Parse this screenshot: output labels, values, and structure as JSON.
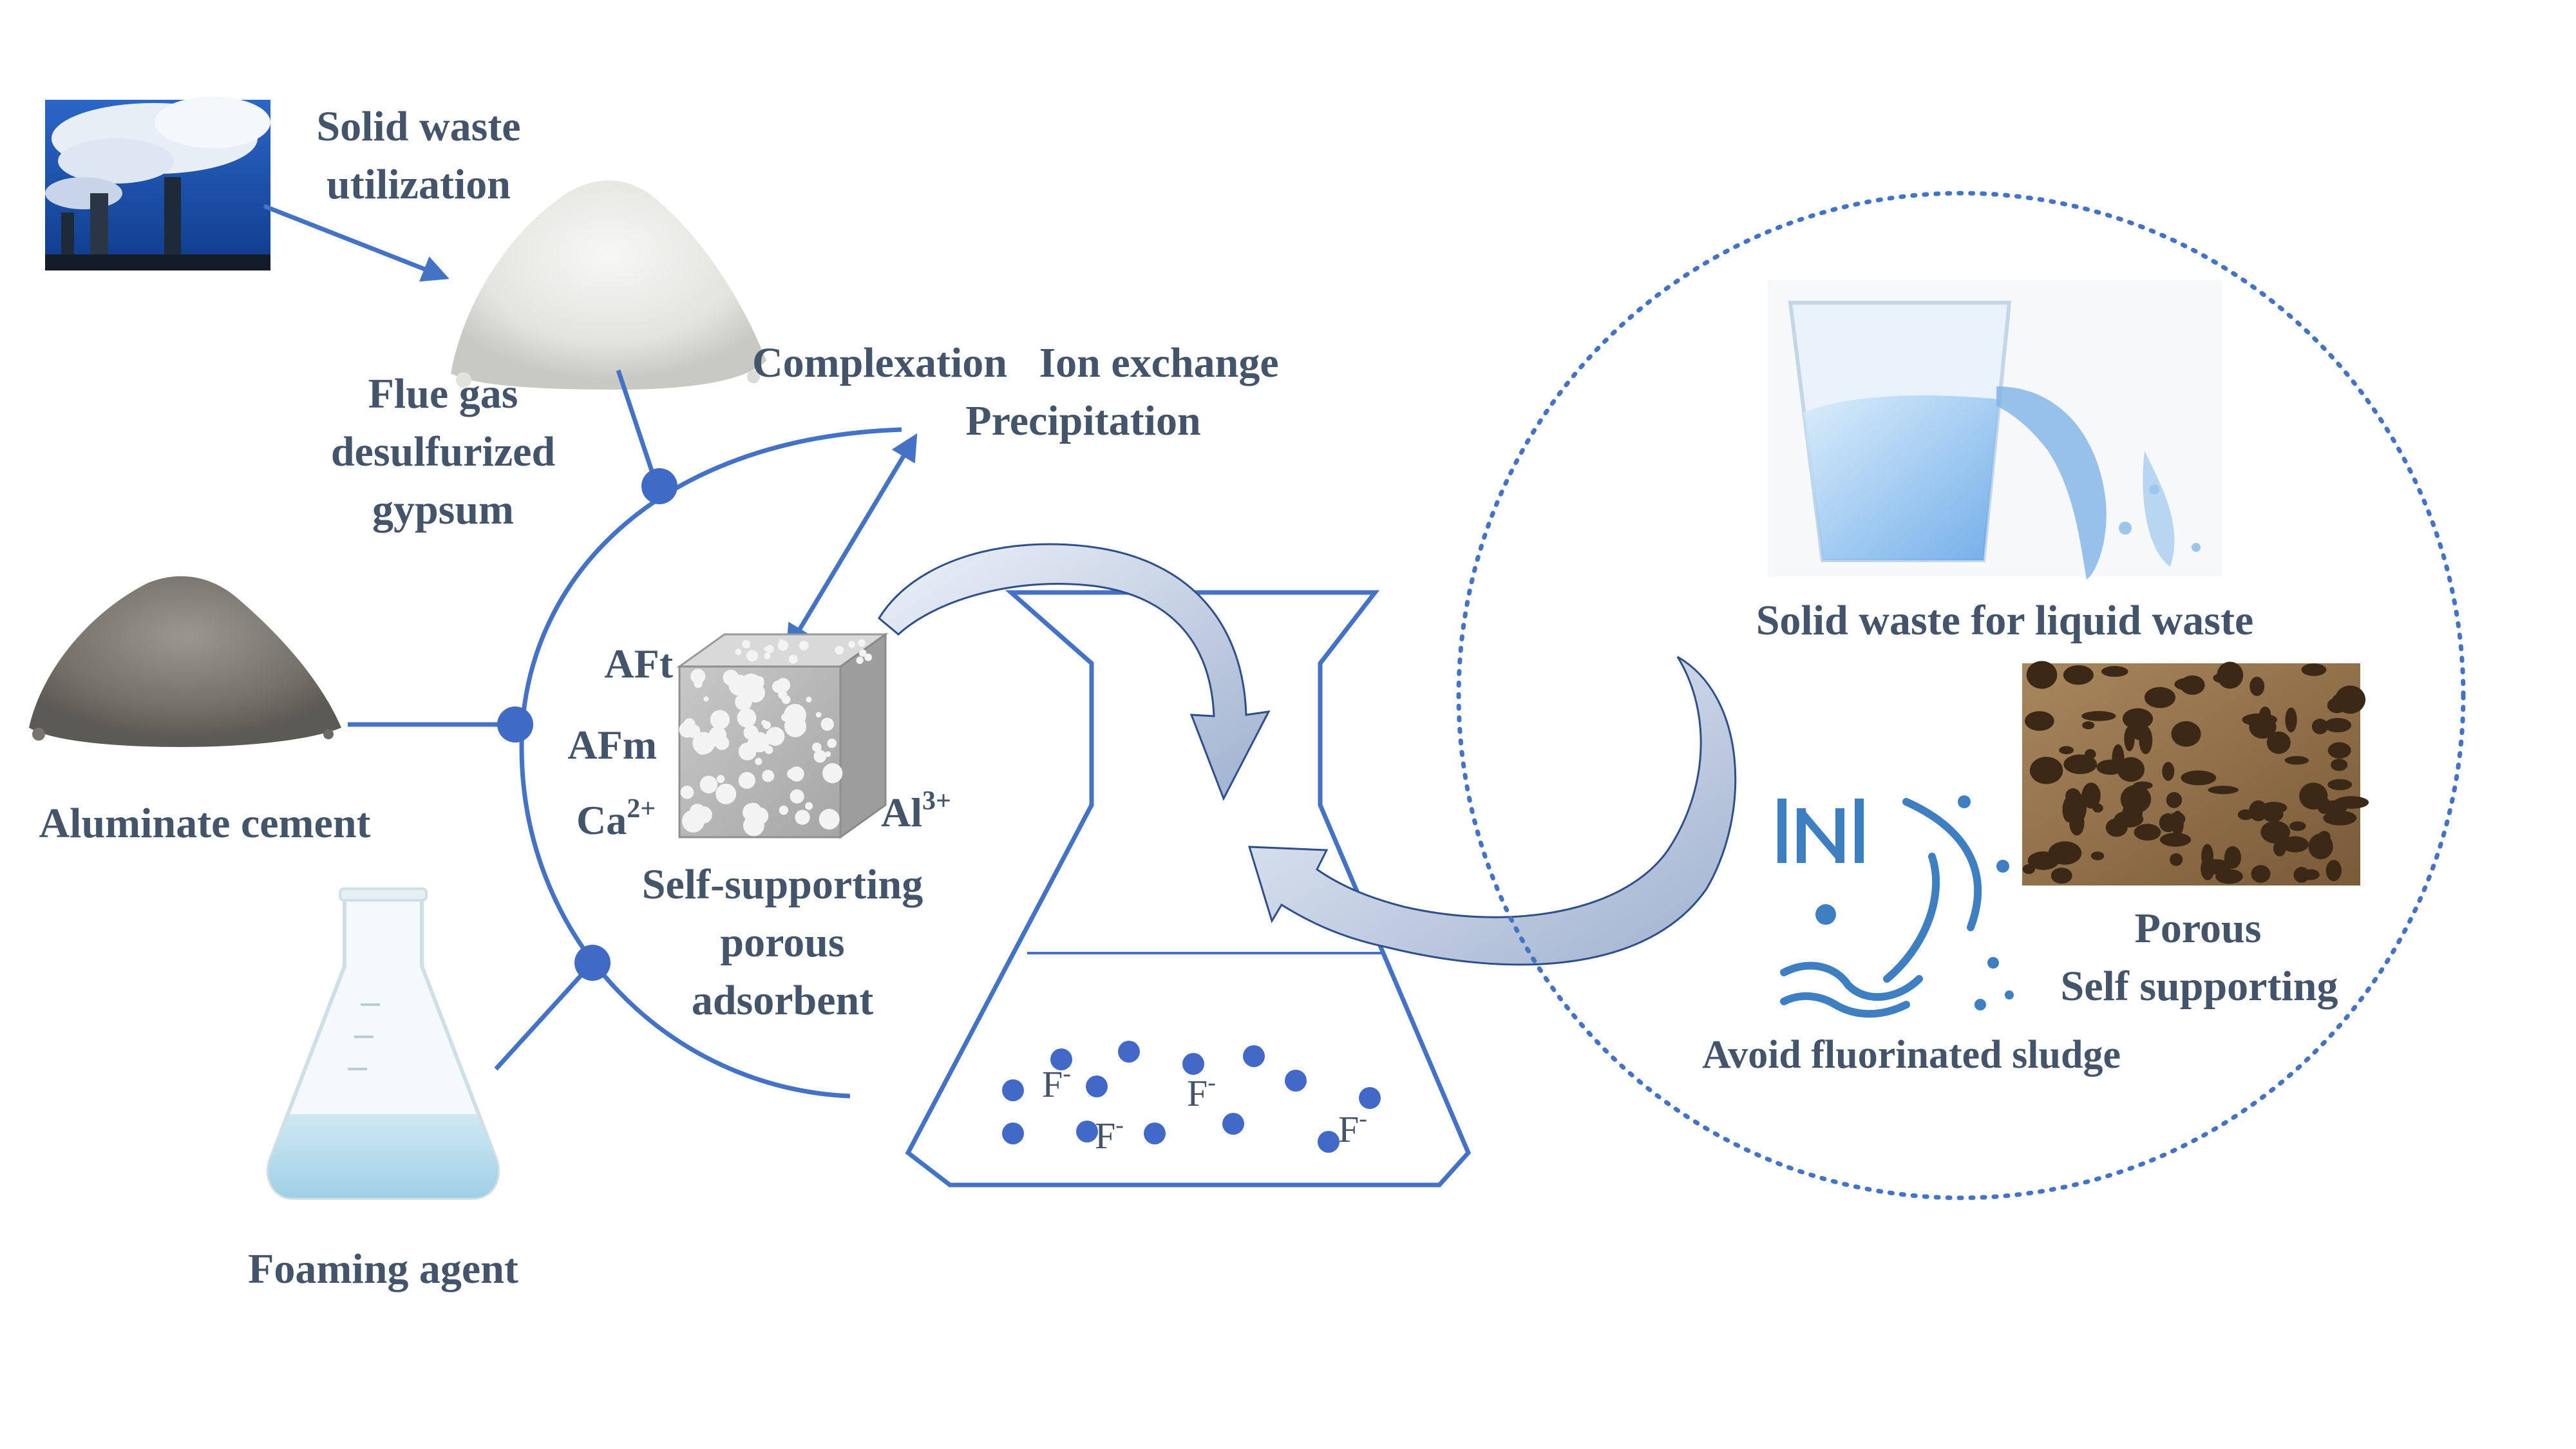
{
  "labels": {
    "solid_waste_line1": "Solid waste",
    "solid_waste_line2": "utilization",
    "gypsum_line1": "Flue gas",
    "gypsum_line2": "desulfurized",
    "gypsum_line3": "gypsum",
    "aluminate_cement": "Aluminate cement",
    "foaming_agent": "Foaming agent",
    "mechanisms_line1": "Complexation   Ion exchange",
    "mechanisms_line2": "Precipitation",
    "aft": "AFt",
    "afm": "AFm",
    "ca_ion": "Ca",
    "ca_charge": "2+",
    "al_ion": "Al",
    "al_charge": "3+",
    "adsorbent_line1": "Self-supporting",
    "adsorbent_line2": "porous",
    "adsorbent_line3": "adsorbent",
    "fluoride": "F",
    "fluoride_charge": "-",
    "solid_for_liquid": "Solid waste for liquid waste",
    "avoid_sludge": "Avoid fluorinated sludge",
    "porous": "Porous",
    "self_supporting": "Self supporting"
  },
  "colors": {
    "text": "#44546a",
    "line_blue": "#4472c4",
    "node_fill": "#3f6ac6",
    "dot_blue": "#4169c8",
    "arrow_fill": "#c9d3e6",
    "water_blue": "#7fb2e6",
    "porous_brown": "#8b6a45"
  },
  "icons": {
    "smokestack": "factory-smokestack-photo",
    "powder_white": "white-powder-pile",
    "powder_grey": "grey-powder-pile",
    "flask_small": "conical-flask",
    "cube": "porous-cube",
    "flask_large": "conical-flask-outline",
    "water": "beaker-pouring-water",
    "porous_material": "porous-material-texture",
    "sludge": "discharge-pipe-icon"
  }
}
